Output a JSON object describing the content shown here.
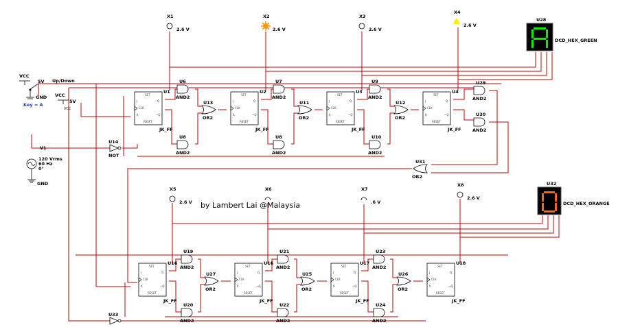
{
  "credit": "by Lambert Lai @Malaysia",
  "colors": {
    "wire": "#c00000",
    "green_led": "#00ee00",
    "orange_led": "#ff6600",
    "lamp_orange": "#ff9900",
    "lamp_yellow": "#ffee00"
  },
  "sources": {
    "vcc_top": "VCC",
    "vcc_top_value": "5V",
    "switch_label": "Up/Down",
    "switch_gnd": "GND",
    "switch_key": "Key = A",
    "vcc2": "VCC",
    "vcc2_value": "5V",
    "vcc2_sub": "VCC",
    "v1_name": "V1",
    "v1_value": "120 Vrms",
    "v1_freq": "60 Hz",
    "v1_phase": "0°",
    "v1_gnd": "GND"
  },
  "probes": [
    {
      "name": "X1",
      "value": "2.6 V",
      "state": "off"
    },
    {
      "name": "X2",
      "value": "2.6 V",
      "state": "orange"
    },
    {
      "name": "X3",
      "value": "2.6 V",
      "state": "off"
    },
    {
      "name": "X4",
      "value": "2.6 V",
      "state": "yellow"
    },
    {
      "name": "X5",
      "value": "2.6 V",
      "state": "off"
    },
    {
      "name": "X6",
      "value": "",
      "state": "off"
    },
    {
      "name": "X7",
      "value": ".6 V",
      "state": "off"
    },
    {
      "name": "X8",
      "value": "2.6 V",
      "state": "off"
    }
  ],
  "displays": [
    {
      "ref": "U28",
      "label": "DCD_HEX_GREEN",
      "digit": "A"
    },
    {
      "ref": "U32",
      "label": "DCD_HEX_ORANGE",
      "digit": "0"
    }
  ],
  "flipflops_top": [
    "U1",
    "U2",
    "U3",
    "U4"
  ],
  "flipflops_bottom": [
    "U16",
    "U16",
    "U17",
    "U18"
  ],
  "flipflop_type": "JK_FF",
  "ff_pins": {
    "set": "SET",
    "reset": "RESET",
    "j": "J",
    "k": "K",
    "clk": "CLK",
    "q": "Q",
    "qn": "~Q"
  },
  "and_type": "AND2",
  "or_type": "OR2",
  "not_type": "NOT",
  "gates_top_and_upper": [
    "U6",
    "U7",
    "U9",
    "U29"
  ],
  "gates_top_and_lower": [
    "U8",
    "U8",
    "U10"
  ],
  "gates_top_or": [
    "U13",
    "U11",
    "U12"
  ],
  "gate_u30": "U30",
  "gate_u14": "U14",
  "gate_u31": "U31",
  "gates_bottom_and_upper": [
    "U19",
    "U21",
    "U23"
  ],
  "gates_bottom_and_lower": [
    "U20",
    "U22",
    "U24"
  ],
  "gates_bottom_or": [
    "U27",
    "U25",
    "U26"
  ],
  "gate_u33": "U33"
}
